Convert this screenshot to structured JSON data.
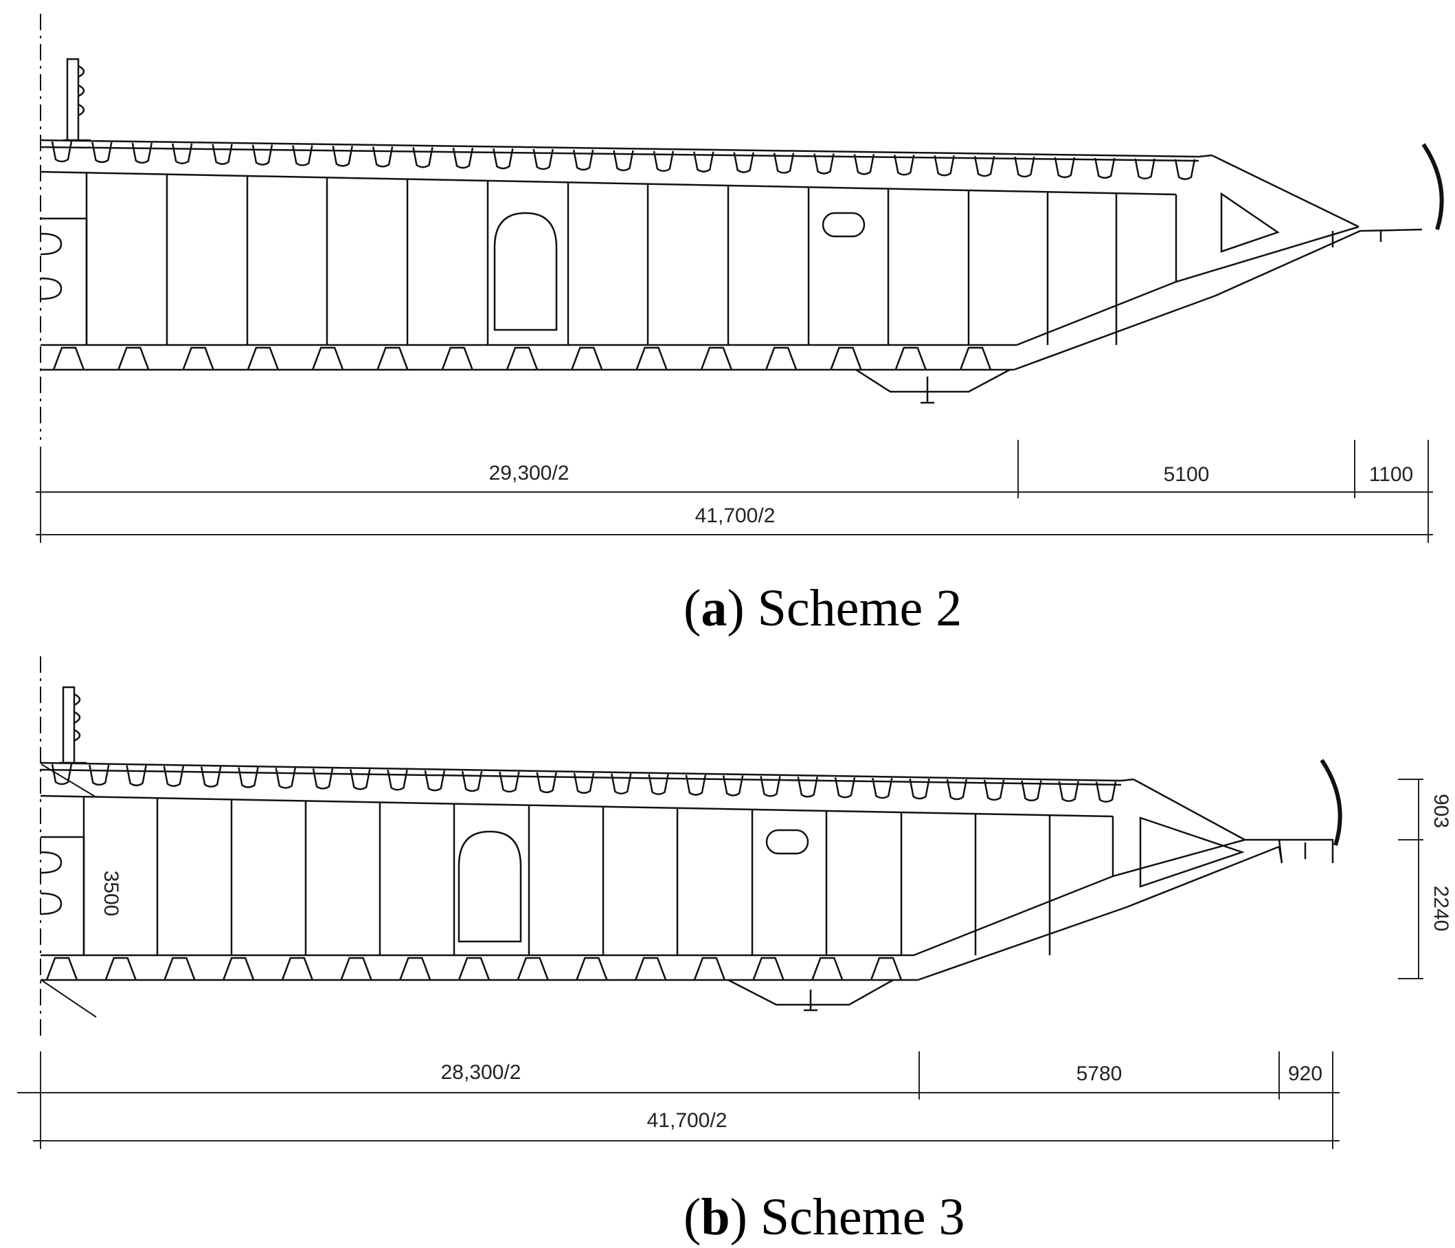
{
  "figure_a": {
    "caption_label": "a",
    "caption_text": "Scheme 2",
    "dims": {
      "span1": "29,300/2",
      "span2": "5100",
      "span3": "1100",
      "total": "41,700/2"
    }
  },
  "figure_b": {
    "caption_label": "b",
    "caption_text": "Scheme 3",
    "dims": {
      "span1": "28,300/2",
      "span2": "5780",
      "span3": "920",
      "total": "41,700/2",
      "height": "3500",
      "side_top": "903",
      "side_bottom": "2240"
    }
  }
}
